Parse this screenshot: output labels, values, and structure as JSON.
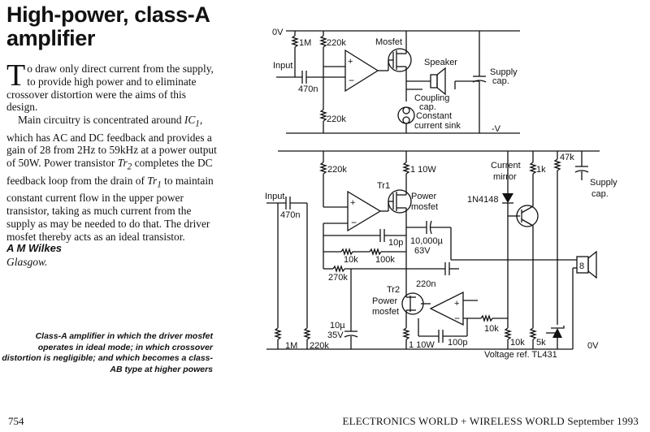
{
  "article": {
    "title": "High-power, class-A amplifier",
    "dropcap": "T",
    "paragraph1": "o draw only direct current from the supply, to provide high power and to eliminate crossover distortion were the aims of this design.",
    "paragraph2_a": "Main circuitry is concentrated around ",
    "paragraph2_ic1": "IC",
    "paragraph2_ic1_sub": "1",
    "paragraph2_b": ", which has AC and DC feedback and provides a gain of 28 from 2Hz to 59kHz at a power output of 50W. Power transistor ",
    "paragraph2_tr2": "Tr",
    "paragraph2_tr2_sub": "2",
    "paragraph2_c": " completes the DC feedback loop from the drain of ",
    "paragraph2_tr1": "Tr",
    "paragraph2_tr1_sub": "1",
    "paragraph2_d": " to maintain constant current flow in the upper power transistor, taking as much current from the supply as may be needed to do that. The driver mosfet thereby acts as an ideal transistor.",
    "author": "A M Wilkes",
    "location": "Glasgow.",
    "caption": "Class-A amplifier in which the driver mosfet operates in ideal mode; in which crossover distortion is negligible; and which becomes a class-AB type at higher powers"
  },
  "footer": {
    "page_number": "754",
    "publication": "ELECTRONICS WORLD + WIRELESS WORLD September 1993"
  },
  "schematic_top": {
    "rail_top": "0V",
    "rail_bottom": "-V",
    "r1": "1M",
    "r2": "220k",
    "r3": "220k",
    "input": "Input",
    "cap_in": "470n",
    "mosfet": "Mosfet",
    "speaker": "Speaker",
    "coupling_1": "Coupling",
    "coupling_2": "cap.",
    "supply_1": "Supply",
    "supply_2": "cap.",
    "sink_1": "Constant",
    "sink_2": "current sink"
  },
  "schematic_main": {
    "r_220k_top": "220k",
    "r_1_10w_top": "1 10W",
    "tr1": "Tr1",
    "power_1": "Power",
    "mosfet_1": "mosfet",
    "current_1": "Current",
    "mirror": "mirror",
    "r_1k": "1k",
    "r_47k": "47k",
    "supply_1": "Supply",
    "supply_2": "cap.",
    "input": "Input",
    "cap_in": "470n",
    "diode": "1N4148",
    "c_10p": "10p",
    "c_10000_a": "10,000µ",
    "c_10000_b": "63V",
    "r_10k_a": "10k",
    "r_100k": "100k",
    "r_270k": "270k",
    "c_220n": "220n",
    "speaker_value": "8",
    "tr2": "Tr2",
    "power_2": "Power",
    "mosfet_2": "mosfet",
    "c_10u_a": "10µ",
    "c_10u_b": "35V",
    "r_1m": "1M",
    "r_220k_bot": "220k",
    "r_1_10w_bot": "1 10W",
    "c_100p": "100p",
    "r_10k_b": "10k",
    "r_10k_c": "10k",
    "r_5k": "5k",
    "rail": "0V",
    "vref": "Voltage ref. TL431"
  }
}
